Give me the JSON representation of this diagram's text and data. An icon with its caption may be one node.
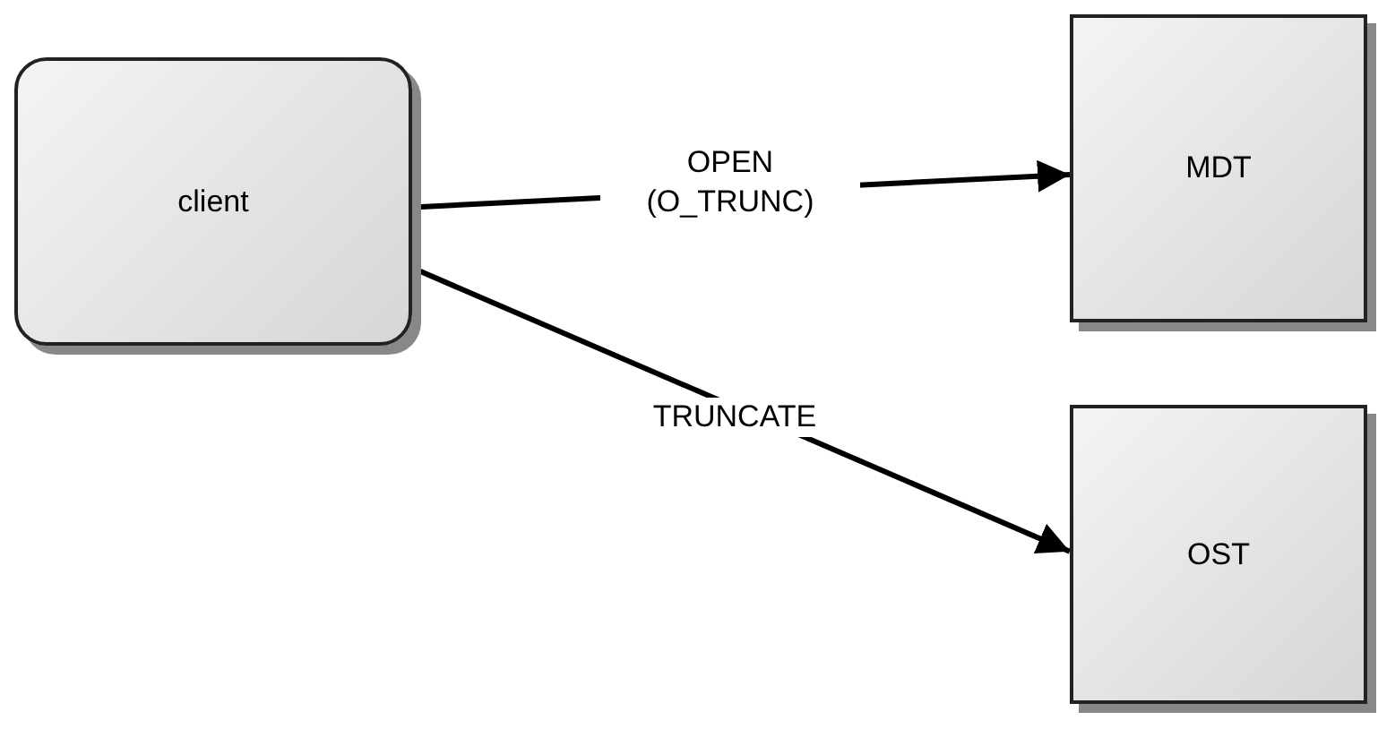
{
  "diagram": {
    "nodes": [
      {
        "text": [
          "client"
        ]
      },
      {
        "text": [
          "MDT"
        ]
      },
      {
        "text": [
          "OST"
        ]
      }
    ],
    "edges": [
      {
        "from": 0,
        "to": 1,
        "arrow": "to",
        "label": "OPEN (O_TRUNC)"
      },
      {
        "from": 0,
        "to": 2,
        "arrow": "to",
        "label": "TRUNCATE"
      }
    ]
  }
}
